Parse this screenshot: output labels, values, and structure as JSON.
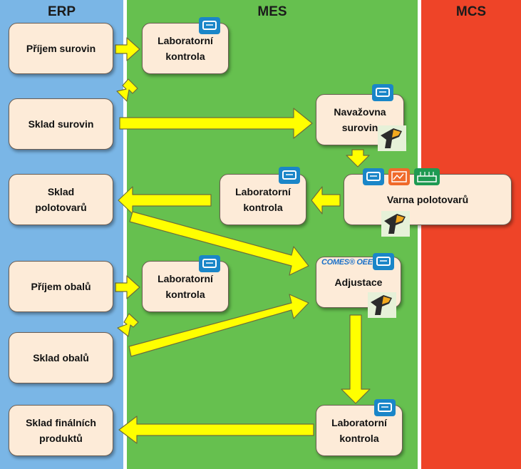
{
  "lanes": {
    "erp": {
      "title": "ERP",
      "color": "#7ab6e6"
    },
    "mes": {
      "title": "MES",
      "color": "#66c04f"
    },
    "mcs": {
      "title": "MCS",
      "color": "#ee4428"
    }
  },
  "boxes": {
    "prijem_surovin": "Příjem surovin",
    "sklad_surovin": "Sklad surovin",
    "sklad_polotovaru": "Sklad\npolotovarů",
    "prijem_obalu": "Příjem obalů",
    "sklad_obalu": "Sklad obalů",
    "sklad_finalnich": "Sklad finálních\nproduktů",
    "lab1": "Laboratorní\nkontrola",
    "navazovna": "Navažovna\nsurovin",
    "lab2": "Laboratorní\nkontrola",
    "varna": "Varna polotovarů",
    "lab3": "Laboratorní\nkontrola",
    "adjustace": "Adjustace",
    "lab4": "Laboratorní\nkontrola"
  },
  "comes_label": "COMES® OEE",
  "colors": {
    "arrow": "#ffff00",
    "arrow_outline": "#6d6d3a",
    "box": "#fdebd8"
  }
}
